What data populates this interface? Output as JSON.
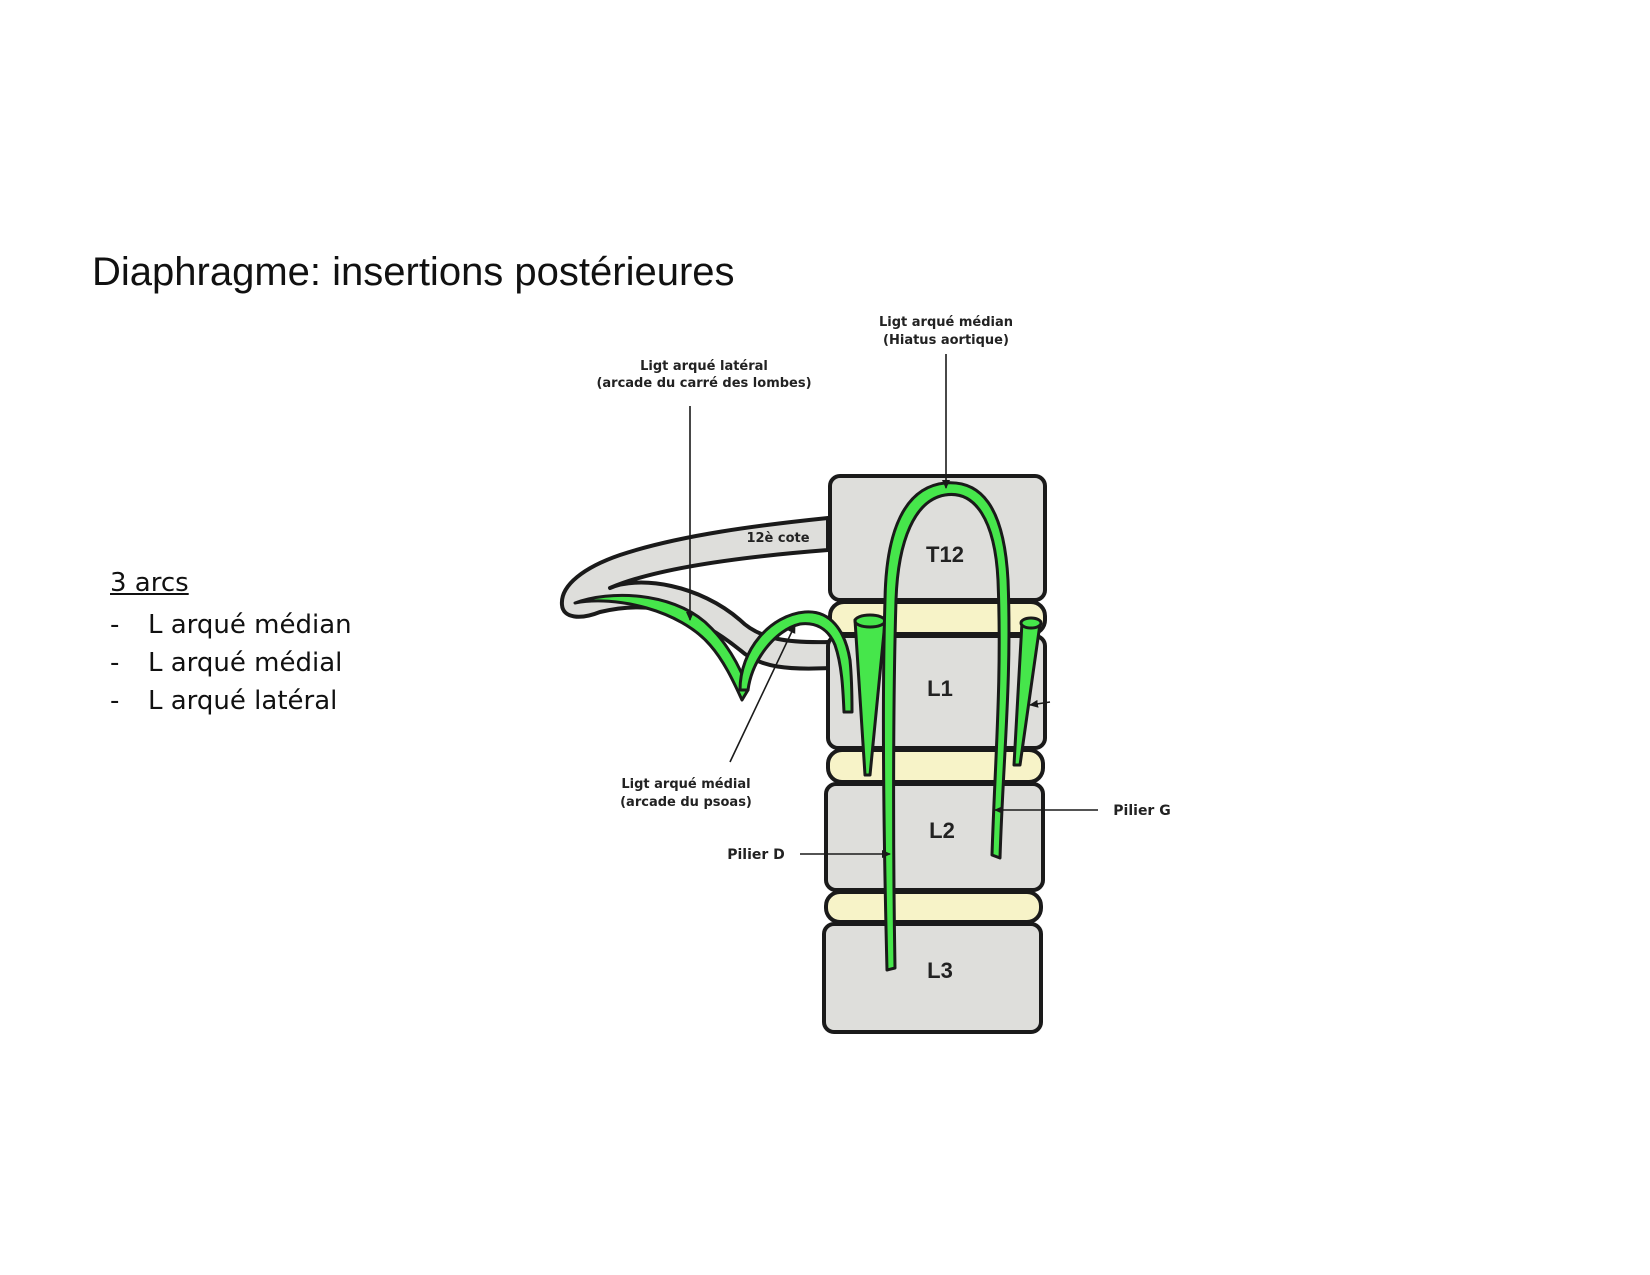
{
  "title": "Diaphragme: insertions postérieures",
  "summary": {
    "heading": "3 arcs",
    "items": [
      {
        "dash": "-",
        "text": "L arqué médian"
      },
      {
        "dash": "-",
        "text": "L arqué médial"
      },
      {
        "dash": "-",
        "text": "L arqué latéral"
      }
    ]
  },
  "diagram": {
    "vertebrae": [
      "T12",
      "L1",
      "L2",
      "L3"
    ],
    "rib_label": "12è cote",
    "labels": {
      "median_line1": "Ligt arqué médian",
      "median_line2": "(Hiatus aortique)",
      "lateral_line1": "Ligt arqué latéral",
      "lateral_line2": "(arcade du carré des lombes)",
      "medial_line1": "Ligt arqué médial",
      "medial_line2": "(arcade du psoas)",
      "pilier_d": "Pilier D",
      "pilier_g": "Pilier G"
    },
    "colors": {
      "bone": "#dededb",
      "disc": "#f7f3c8",
      "muscle": "#46e64b",
      "outline": "#1a1a1a"
    }
  }
}
